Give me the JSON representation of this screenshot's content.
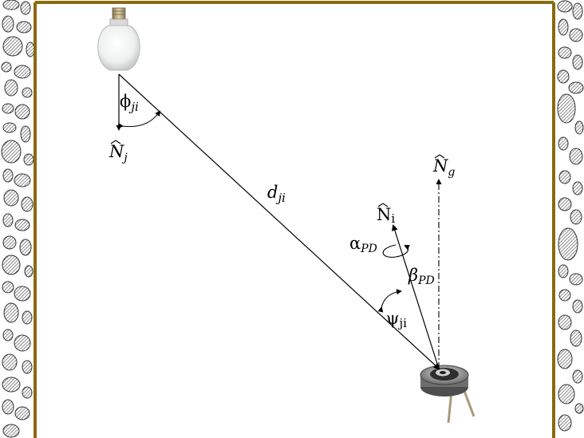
{
  "labels": {
    "phi_ji": "ϕ",
    "phi_ji_sub": "ji",
    "n_j": "N",
    "n_j_sub": "j",
    "d_ji": "d",
    "d_ji_sub": "ji",
    "n_g": "N",
    "n_g_sub": "g",
    "n_i": "N",
    "n_i_sub": "i",
    "alpha_pd": "α",
    "alpha_pd_sub": "PD",
    "beta_pd": "β",
    "beta_pd_sub": "PD",
    "psi_ji": "ψ",
    "psi_ji_sub": "ji"
  },
  "colors": {
    "frame": "#8a6a10",
    "line": "#000000",
    "wall_stone": "#555555"
  }
}
